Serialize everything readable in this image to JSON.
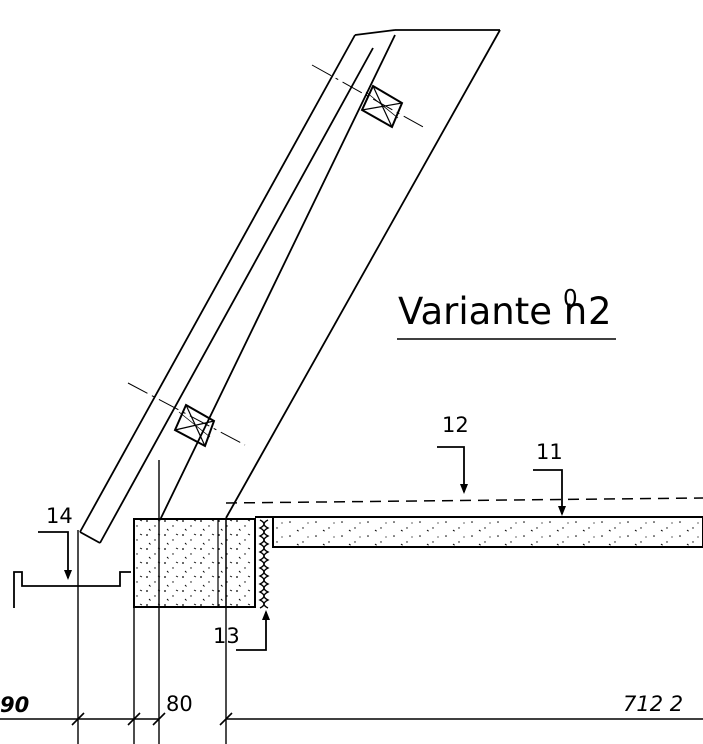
{
  "drawing": {
    "title_main": "Variante n",
    "title_super": "0",
    "title_sub": "2",
    "callouts": {
      "c11": "11",
      "c12": "12",
      "c13": "13",
      "c14": "14"
    },
    "dimensions": {
      "left": "90",
      "mid": "80",
      "right": "712 2"
    }
  },
  "colors": {
    "ink": "#000000",
    "paper": "#ffffff"
  }
}
